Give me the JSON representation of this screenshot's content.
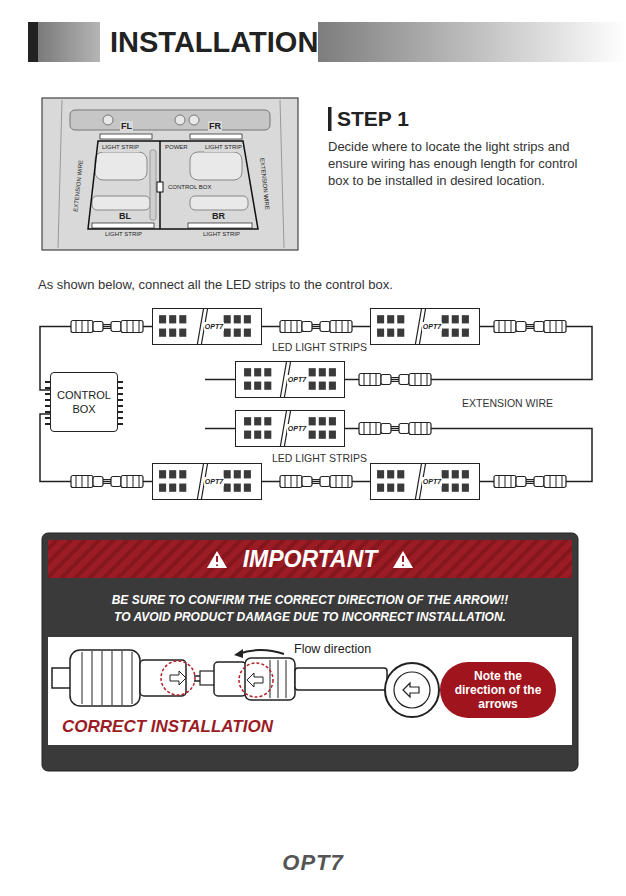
{
  "diagram": {
    "title": "INSTALLATION",
    "nodes": [
      {
        "text": [
          "CONTROL BOX"
        ]
      },
      {
        "text": [
          "OPT7"
        ]
      },
      {
        "text": [
          "OPT7"
        ]
      },
      {
        "text": [
          "OPT7"
        ]
      },
      {
        "text": [
          "OPT7"
        ]
      },
      {
        "text": [
          "OPT7"
        ]
      },
      {
        "text": [
          "OPT7"
        ]
      },
      {
        "text": [
          "Note the direction of the arrows"
        ]
      }
    ],
    "edges": [
      {
        "from": 0,
        "to": 1,
        "arrow": "none"
      },
      {
        "from": 1,
        "to": 2,
        "arrow": "none"
      },
      {
        "from": 2,
        "to": 3,
        "arrow": "none"
      },
      {
        "from": 0,
        "to": 4,
        "arrow": "none"
      },
      {
        "from": 4,
        "to": 5,
        "arrow": "none"
      },
      {
        "from": 5,
        "to": 6,
        "arrow": "none"
      }
    ],
    "labels": [
      "STEP 1",
      "Decide where to locate the light strips and ensure wiring has enough length for control box to be installed in desired location.",
      "FL",
      "FR",
      "LIGHT STRIP",
      "POWER",
      "LIGHT STRIP",
      "EXTENSION WIRE",
      "EXTENSION WIRE",
      "CONTROL BOX",
      "BL",
      "BR",
      "LIGHT STRIP",
      "LIGHT STRIP",
      "As shown below, connect all the LED strips to the control box.",
      "LED LIGHT STRIPS",
      "EXTENSION WIRE",
      "LED LIGHT STRIPS",
      "IMPORTANT",
      "BE SURE TO CONFIRM THE CORRECT DIRECTION OF THE ARROW!!",
      "TO AVOID PRODUCT DAMAGE DUE TO INCORRECT INSTALLATION.",
      "Flow direction",
      "CORRECT INSTALLATION",
      "OPT7"
    ]
  }
}
